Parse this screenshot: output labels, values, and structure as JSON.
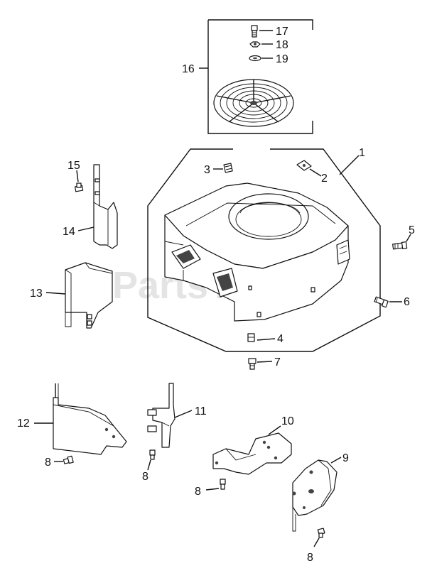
{
  "watermark": "PartsTree",
  "watermark_tm": "™",
  "callouts": {
    "c1": "1",
    "c2": "2",
    "c3": "3",
    "c4": "4",
    "c5": "5",
    "c6": "6",
    "c7": "7",
    "c8a": "8",
    "c8b": "8",
    "c8c": "8",
    "c8d": "8",
    "c9": "9",
    "c10": "10",
    "c11": "11",
    "c12": "12",
    "c13": "13",
    "c14": "14",
    "c15": "15",
    "c16": "16",
    "c17": "17",
    "c18": "18",
    "c19": "19"
  }
}
